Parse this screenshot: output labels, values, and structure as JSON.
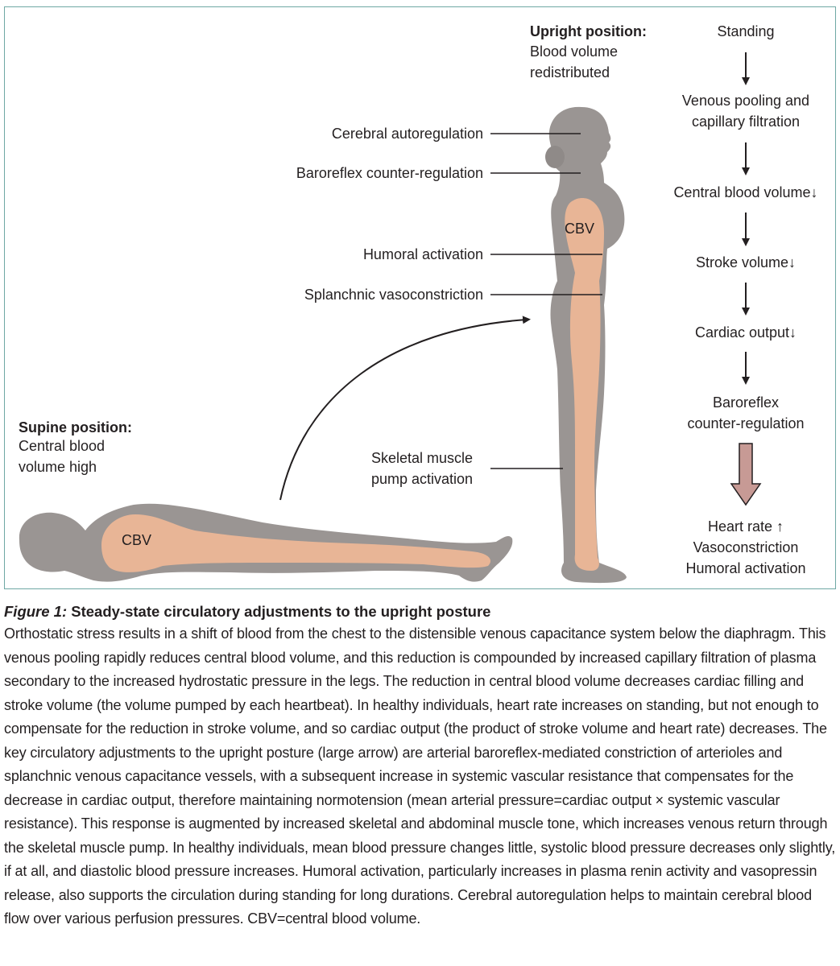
{
  "figure": {
    "upright": {
      "heading": "Upright position:",
      "line1": "Blood volume",
      "line2": "redistributed"
    },
    "supine": {
      "heading": "Supine position:",
      "line1": "Central blood",
      "line2": "volume high"
    },
    "cbv_label": "CBV",
    "callouts": {
      "cerebral": "Cerebral autoregulation",
      "baroreflex": "Baroreflex counter-regulation",
      "humoral": "Humoral activation",
      "splanchnic": "Splanchnic vasoconstriction",
      "skeletal_line1": "Skeletal muscle",
      "skeletal_line2": "pump activation"
    },
    "flow": {
      "step1": "Standing",
      "step2_line1": "Venous pooling and",
      "step2_line2": "capillary filtration",
      "step3": "Central blood volume↓",
      "step4": "Stroke volume↓",
      "step5": "Cardiac output↓",
      "step6_line1": "Baroreflex",
      "step6_line2": "counter-regulation",
      "result_line1": "Heart rate ↑",
      "result_line2": "Vasoconstriction",
      "result_line3": "Humoral activation"
    },
    "colors": {
      "body": "#9a9593",
      "blood": "#e8b596",
      "big_arrow": "#c79a95",
      "border": "#6fa8a4"
    }
  },
  "caption": {
    "label": "Figure 1:",
    "title": "Steady-state circulatory adjustments to the upright posture",
    "body": "Orthostatic stress results in a shift of blood from the chest to the distensible venous capacitance system below the diaphragm. This venous pooling rapidly reduces central blood volume, and this reduction is compounded by increased capillary filtration of plasma secondary to the increased hydrostatic pressure in the legs. The reduction in central blood volume decreases cardiac filling and stroke volume (the volume pumped by each heartbeat). In healthy individuals, heart rate increases on standing, but not enough to compensate for the reduction in stroke volume, and so cardiac output (the product of stroke volume and heart rate) decreases. The key circulatory adjustments to the upright posture (large arrow) are arterial baroreflex-mediated constriction of arterioles and splanchnic venous capacitance vessels, with a subsequent increase in systemic vascular resistance that compensates for the decrease in cardiac output, therefore maintaining normotension (mean arterial pressure=cardiac output × systemic vascular resistance). This response is augmented by increased skeletal and abdominal muscle tone, which increases venous return through the skeletal muscle pump. In healthy individuals, mean blood pressure changes little, systolic blood pressure decreases only slightly, if at all, and diastolic blood pressure increases. Humoral activation, particularly increases in plasma renin activity and vasopressin release, also supports the circulation during standing for long durations. Cerebral autoregulation helps to maintain cerebral blood flow over various perfusion pressures. CBV=central blood volume."
  }
}
